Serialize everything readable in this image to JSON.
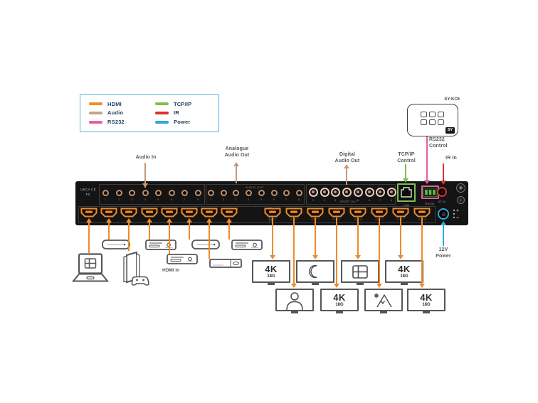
{
  "legend": {
    "items": [
      {
        "label": "HDMI",
        "color": "#F08A2B"
      },
      {
        "label": "Audio",
        "color": "#C0A48E"
      },
      {
        "label": "RS232",
        "color": "#E45FA0"
      },
      {
        "label": "TCP/IP",
        "color": "#7FBF4D"
      },
      {
        "label": "IR",
        "color": "#D8322E"
      },
      {
        "label": "Power",
        "color": "#2FA8DB"
      }
    ]
  },
  "colors": {
    "hdmi": "#F08A2B",
    "audio": "#C49A7B",
    "rs232": "#E45FA0",
    "tcpip": "#7FBF4D",
    "ir": "#D8322E",
    "power": "#2FA8DB"
  },
  "keypad": {
    "model": "SY-KC6",
    "logo_text": "SY",
    "button_count": 6
  },
  "labels": {
    "audio_in": "Audio In",
    "analogue_audio_out": "Analogue\nAudio Out",
    "digital_audio_out": "Digital\nAudio Out",
    "tcpip_control": "TCP/IP\nControl",
    "rs232_control": "RS232\nControl",
    "ir_in": "IR In",
    "power_12v": "12V\nPower"
  },
  "panel": {
    "cert_marks": "UKCA CE\nFC",
    "audio_out_label": "AUDIO OUT",
    "spdif_label": "SPDIF OUT",
    "lan_label": "LAN",
    "rs232_label": "RS232",
    "ir_label": "IR IN",
    "jack_numbers": [
      "1",
      "2",
      "3",
      "4",
      "5",
      "6",
      "7",
      "8"
    ],
    "hdmi_out_labels": [
      "OUT 1",
      "OUT 2",
      "OUT 3",
      "OUT 4",
      "OUT 5",
      "OUT 6",
      "OUT 7",
      "OUT 8"
    ]
  },
  "displays": [
    {
      "type": "4k",
      "label": "4K",
      "sub": "18G"
    },
    {
      "type": "person"
    },
    {
      "type": "moon"
    },
    {
      "type": "4k",
      "label": "4K",
      "sub": "18G"
    },
    {
      "type": "windows"
    },
    {
      "type": "mountain"
    },
    {
      "type": "4k",
      "label": "4K",
      "sub": "18G"
    },
    {
      "type": "4k",
      "label": "4K",
      "sub": "18G"
    }
  ],
  "sources": [
    {
      "type": "laptop"
    },
    {
      "type": "media-box"
    },
    {
      "type": "game-console"
    },
    {
      "type": "disc-player"
    },
    {
      "type": "disc-player",
      "label": "HDMI In"
    },
    {
      "type": "media-box"
    },
    {
      "type": "set-top-box"
    },
    {
      "type": "disc-player"
    }
  ]
}
